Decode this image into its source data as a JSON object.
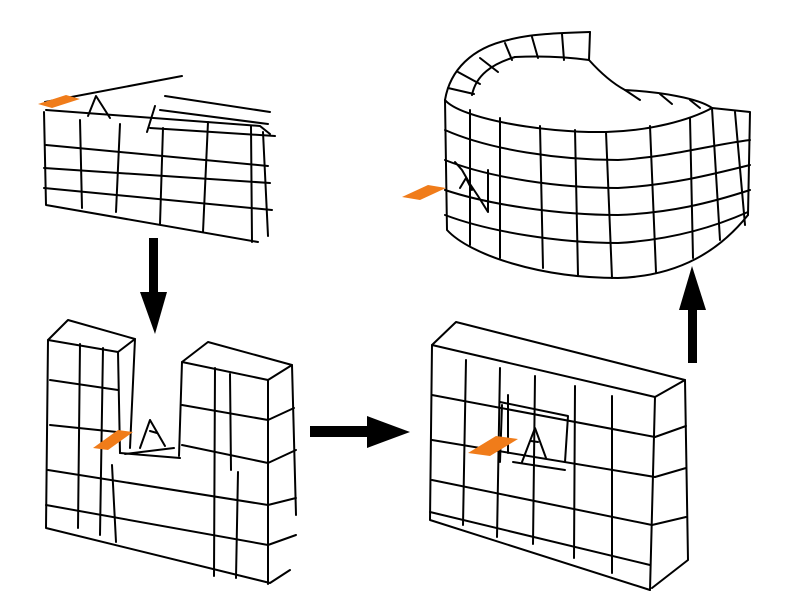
{
  "diagram": {
    "sequence": [
      "panel-top-left",
      "panel-bottom-left",
      "panel-bottom-right",
      "panel-top-right"
    ]
  },
  "colors": {
    "ink": "#000000",
    "marker": "#f07c1a",
    "background": "#ffffff"
  }
}
